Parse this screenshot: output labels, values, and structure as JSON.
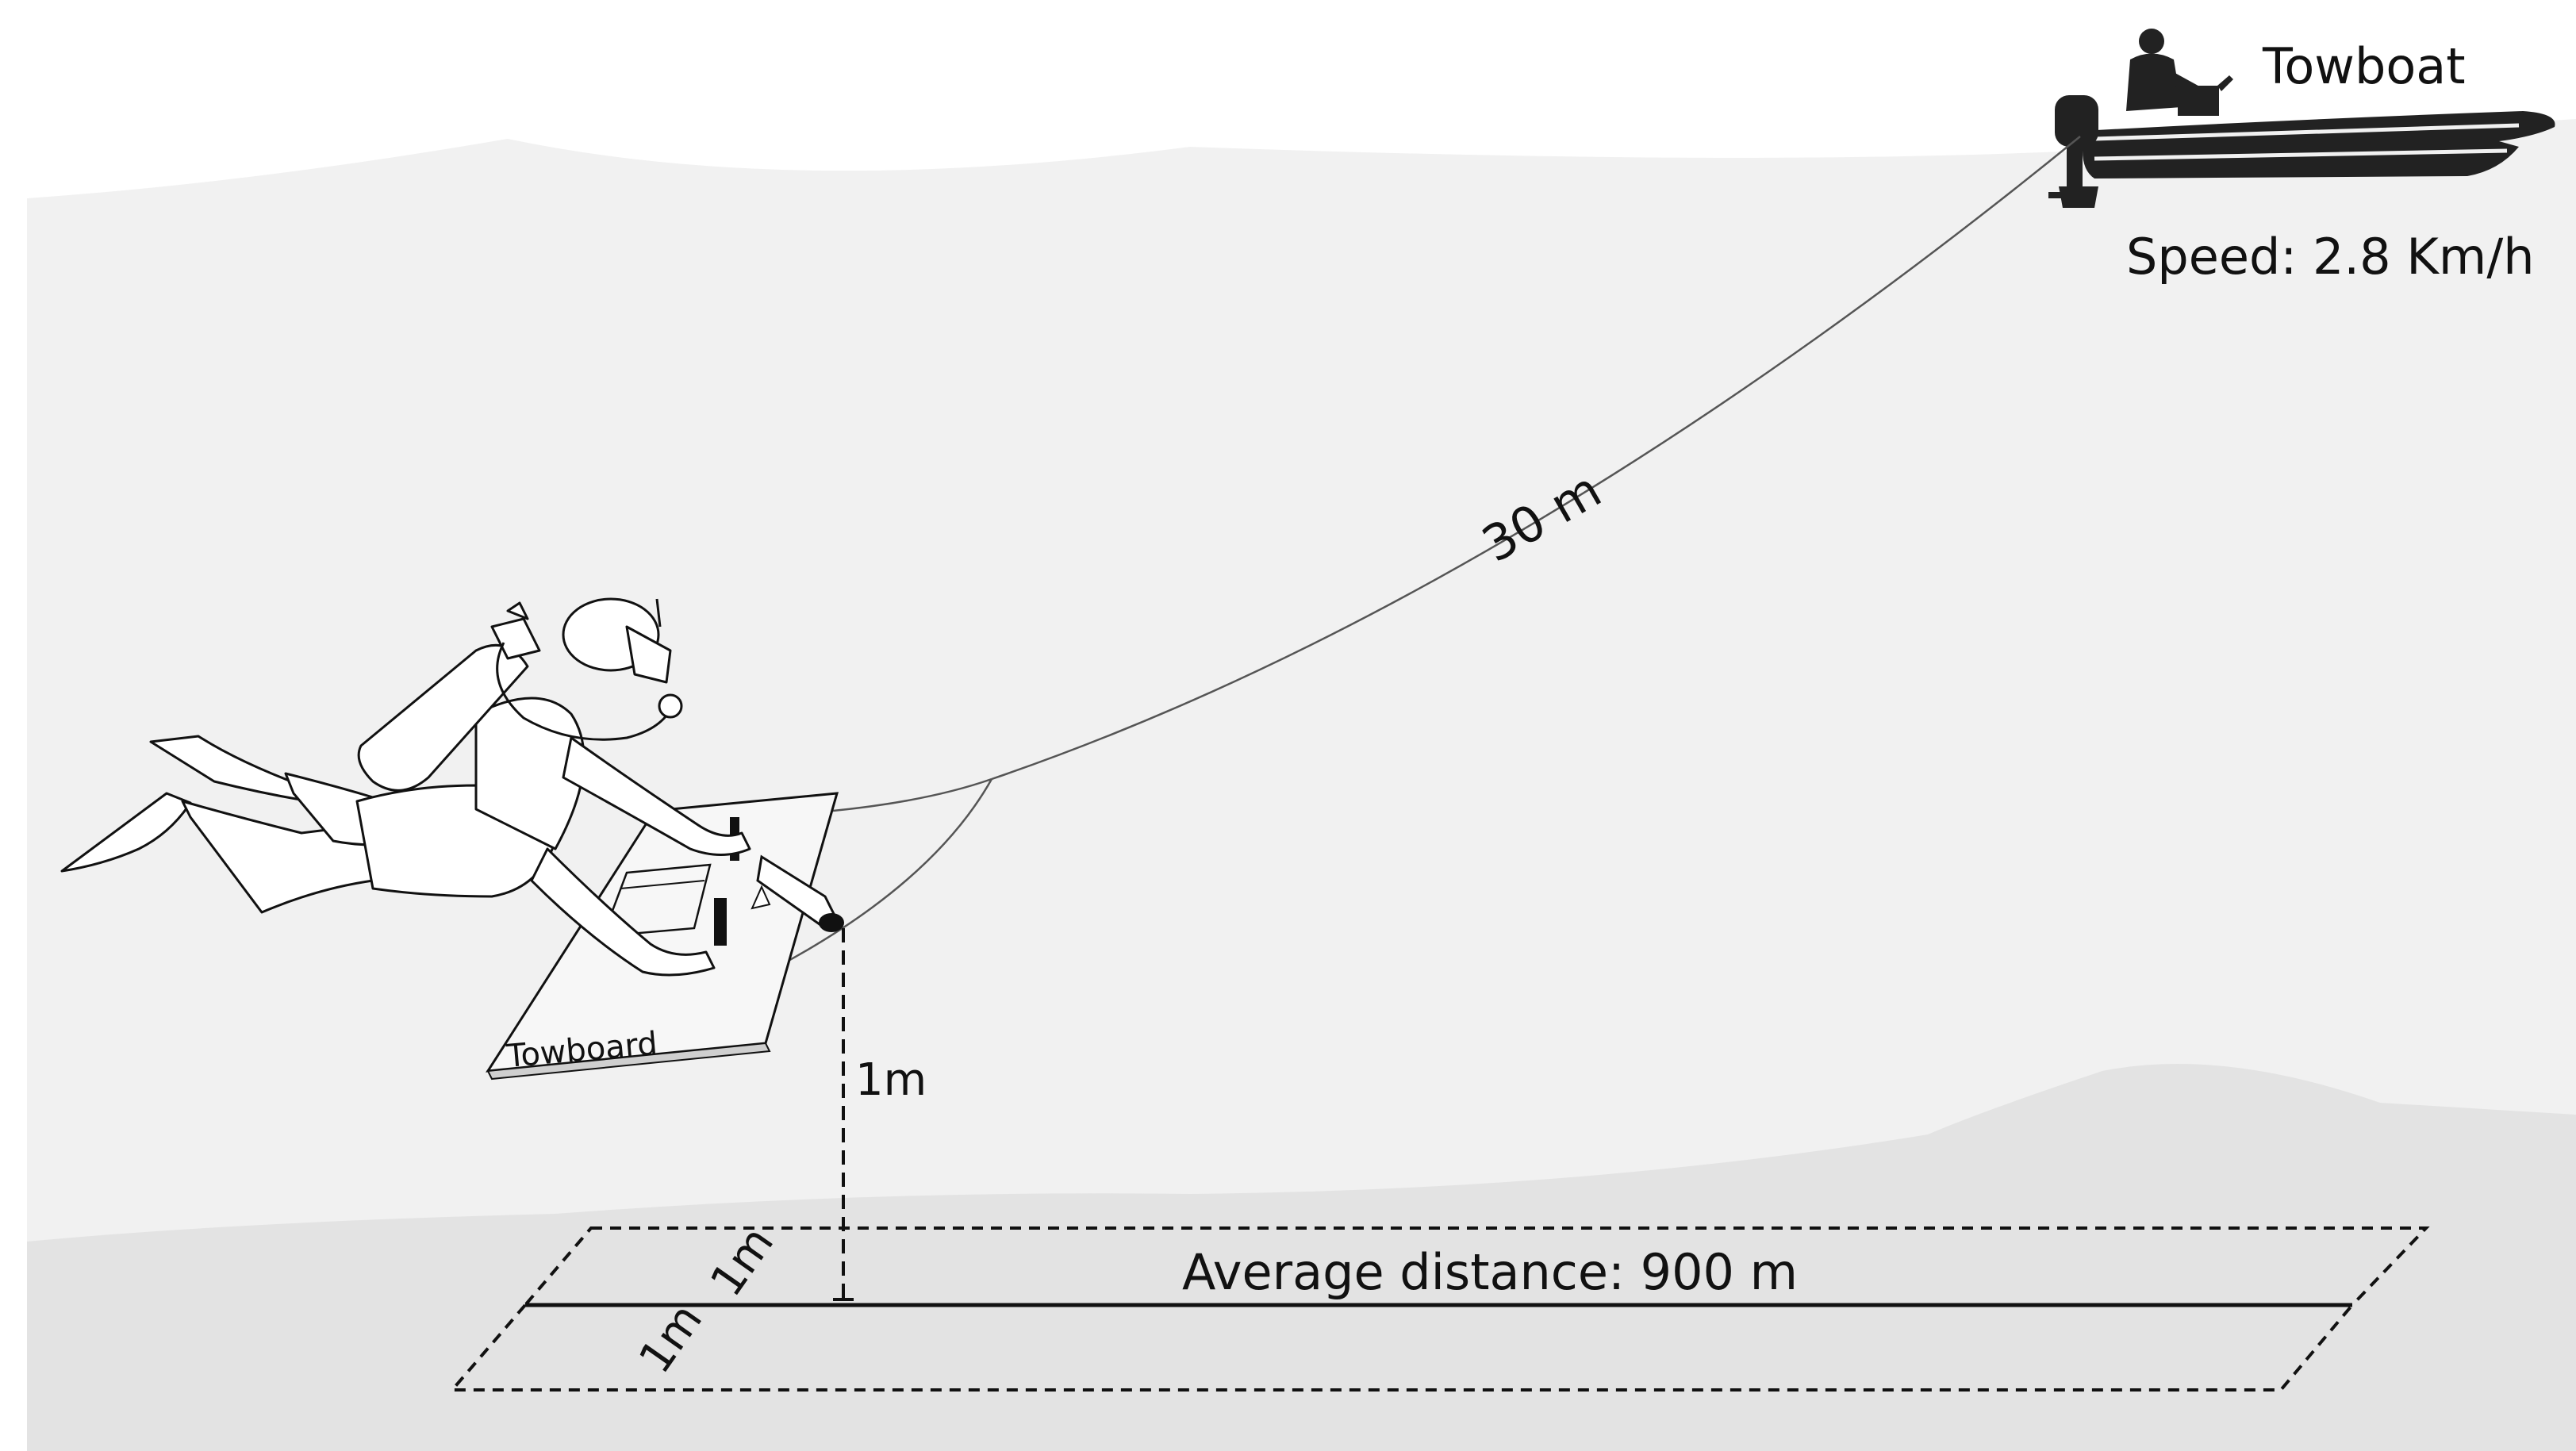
{
  "labels": {
    "towboat": "Towboat",
    "speed": "Speed: 2.8 Km/h",
    "rope_length": "30 m",
    "towboard": "Towboard",
    "height": "1m",
    "transect_width_a": "1m",
    "transect_width_b": "1m",
    "distance": "Average distance: 900 m"
  },
  "colors": {
    "water": "#f1f1f1",
    "seabed": "#e3e3e3",
    "sky": "#ffffff",
    "ink": "#111111",
    "boat": "#222222"
  },
  "icons": {
    "boat": "towboat-icon",
    "diver": "scuba-diver-icon",
    "board": "towboard-icon"
  }
}
